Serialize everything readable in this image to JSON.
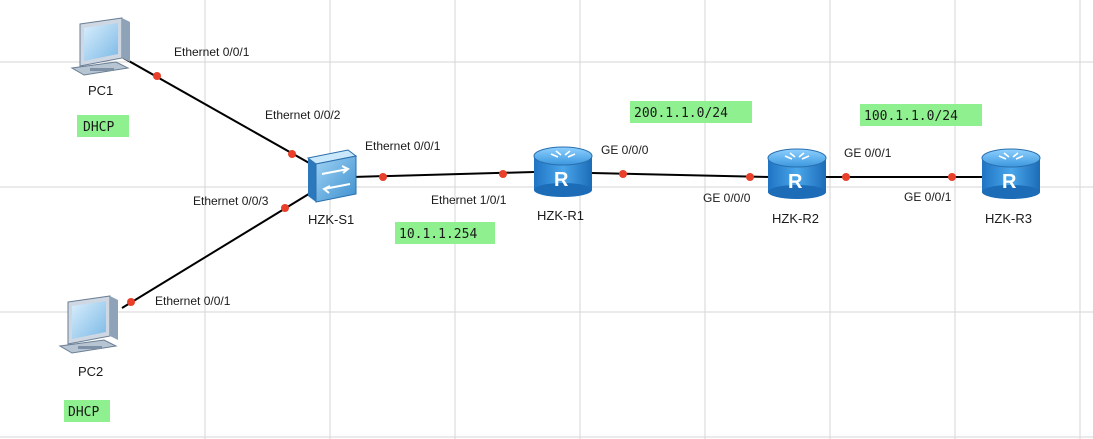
{
  "devices": {
    "pc1": {
      "label": "PC1"
    },
    "pc2": {
      "label": "PC2"
    },
    "sw": {
      "label": "HZK-S1"
    },
    "r1": {
      "label": "HZK-R1"
    },
    "r2": {
      "label": "HZK-R2"
    },
    "r3": {
      "label": "HZK-R3"
    }
  },
  "ports": {
    "pc1_eth": "Ethernet 0/0/1",
    "sw_eth2": "Ethernet 0/0/2",
    "sw_eth1": "Ethernet 0/0/1",
    "sw_eth3": "Ethernet 0/0/3",
    "pc2_eth": "Ethernet 0/0/1",
    "r1_eth": "Ethernet 1/0/1",
    "r1_ge": "GE 0/0/0",
    "r2_ge0": "GE 0/0/0",
    "r2_ge1": "GE 0/0/1",
    "r3_ge": "GE 0/0/1"
  },
  "notes": {
    "pc1_dhcp": "DHCP",
    "pc2_dhcp": "DHCP",
    "gateway": "10.1.1.254",
    "net_r1_r2": "200.1.1.0/24",
    "net_r2_r3": "100.1.1.0/24"
  },
  "colors": {
    "note_bg": "#8ef08e",
    "port_dot": "#e8402a",
    "link": "#000000",
    "router_blue": "#2f86d4",
    "grid": "#d6d6d6"
  }
}
